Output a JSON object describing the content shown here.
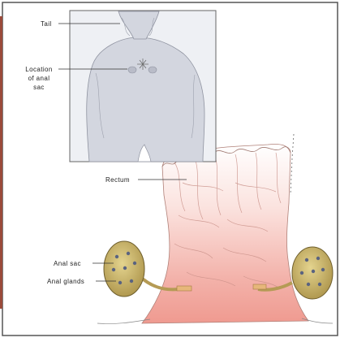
{
  "labels": {
    "tail": "Tail",
    "location_line1": "Location",
    "location_line2": "of anal",
    "location_line3": "sac",
    "rectum": "Rectum",
    "anal_sac": "Anal sac",
    "anal_glands": "Anal glands"
  },
  "colors": {
    "border": "#555555",
    "accent_left": "#9a4a3a",
    "inset_bg": "#eeeff3",
    "body_fill": "#cfd2dc",
    "rectum_pink": "#f0a8a0",
    "sac_fill": "#c9b36a",
    "gland_dot": "#5a6380"
  }
}
